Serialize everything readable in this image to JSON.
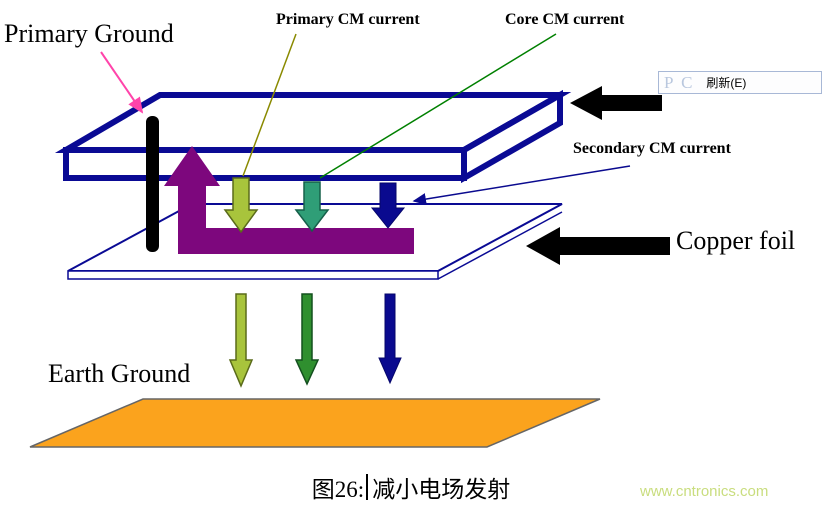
{
  "labels": {
    "primary_ground": "Primary Ground",
    "primary_cm_current": "Primary CM current",
    "core_cm_current": "Core CM current",
    "secondary_cm_current": "Secondary CM current",
    "copper_foil": "Copper foil",
    "earth_ground": "Earth Ground"
  },
  "caption": {
    "figure_prefix": "图26:",
    "figure_text": "减小电场发射"
  },
  "watermark": {
    "text": "www.cntronics.com",
    "color": "#c9dd7e"
  },
  "context_menu": {
    "ghost_text": "P C",
    "refresh_item": "刷新(E)"
  },
  "colors": {
    "board_outline": "#0a0a94",
    "plane_outline": "#0a0a94",
    "primary_cm_arrow": "#a8c43c",
    "core_cm_arrow": "#2f9e77",
    "secondary_cm_arrow": "#0a0a8f",
    "purple_return_arrow": "#7d077d",
    "magenta_pointer": "#ff44aa",
    "primary_cm_pointer": "#8a8a00",
    "core_cm_pointer": "#008000",
    "secondary_cm_pointer": "#0a0a8f",
    "black_arrow": "#000000",
    "winding_bar": "#000000",
    "earth_arrow_green": "#2f8f2f",
    "earth_plane_fill": "#fba31d",
    "earth_plane_outline": "#666666"
  }
}
